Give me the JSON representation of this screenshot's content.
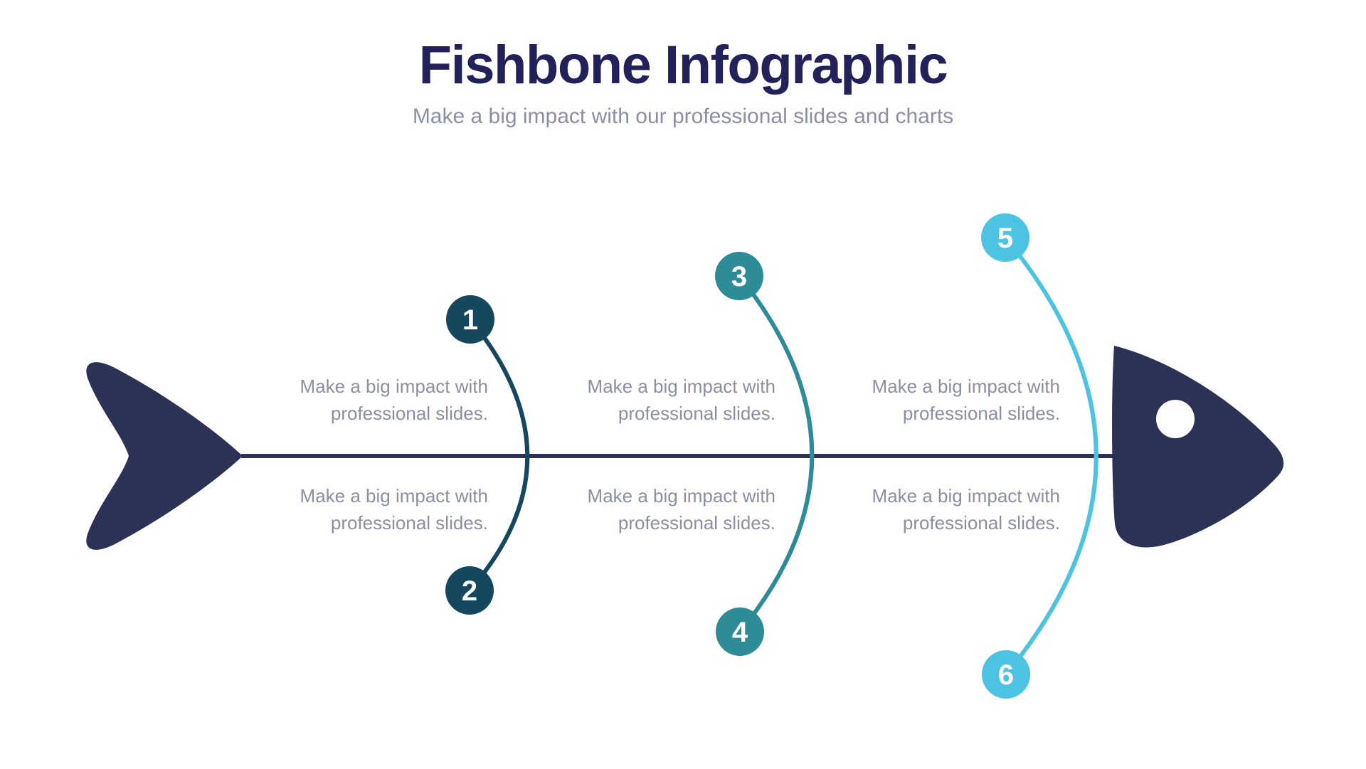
{
  "header": {
    "title": "Fishbone Infographic",
    "subtitle": "Make a big impact with our professional slides and charts"
  },
  "colors": {
    "navy": "#2B3255",
    "title_navy": "#232159",
    "dark_teal": "#15485E",
    "teal": "#2E8C99",
    "cyan": "#4DC3E3",
    "text_gray": "#8A8FA3",
    "white": "#FFFFFF"
  },
  "diagram": {
    "type": "fishbone",
    "nodes": [
      {
        "number": "1",
        "color": "#15485E",
        "position": "top-left"
      },
      {
        "number": "2",
        "color": "#15485E",
        "position": "bottom-left"
      },
      {
        "number": "3",
        "color": "#2E8C99",
        "position": "top-middle"
      },
      {
        "number": "4",
        "color": "#2E8C99",
        "position": "bottom-middle"
      },
      {
        "number": "5",
        "color": "#4DC3E3",
        "position": "top-right"
      },
      {
        "number": "6",
        "color": "#4DC3E3",
        "position": "bottom-right"
      }
    ],
    "labels": [
      {
        "lines": [
          "Make a big impact with",
          "professional slides."
        ]
      },
      {
        "lines": [
          "Make a big impact with",
          "professional slides."
        ]
      },
      {
        "lines": [
          "Make a big impact with",
          "professional slides."
        ]
      },
      {
        "lines": [
          "Make a big impact with",
          "professional slides."
        ]
      },
      {
        "lines": [
          "Make a big impact with",
          "professional slides."
        ]
      },
      {
        "lines": [
          "Make a big impact with",
          "professional slides."
        ]
      }
    ]
  }
}
